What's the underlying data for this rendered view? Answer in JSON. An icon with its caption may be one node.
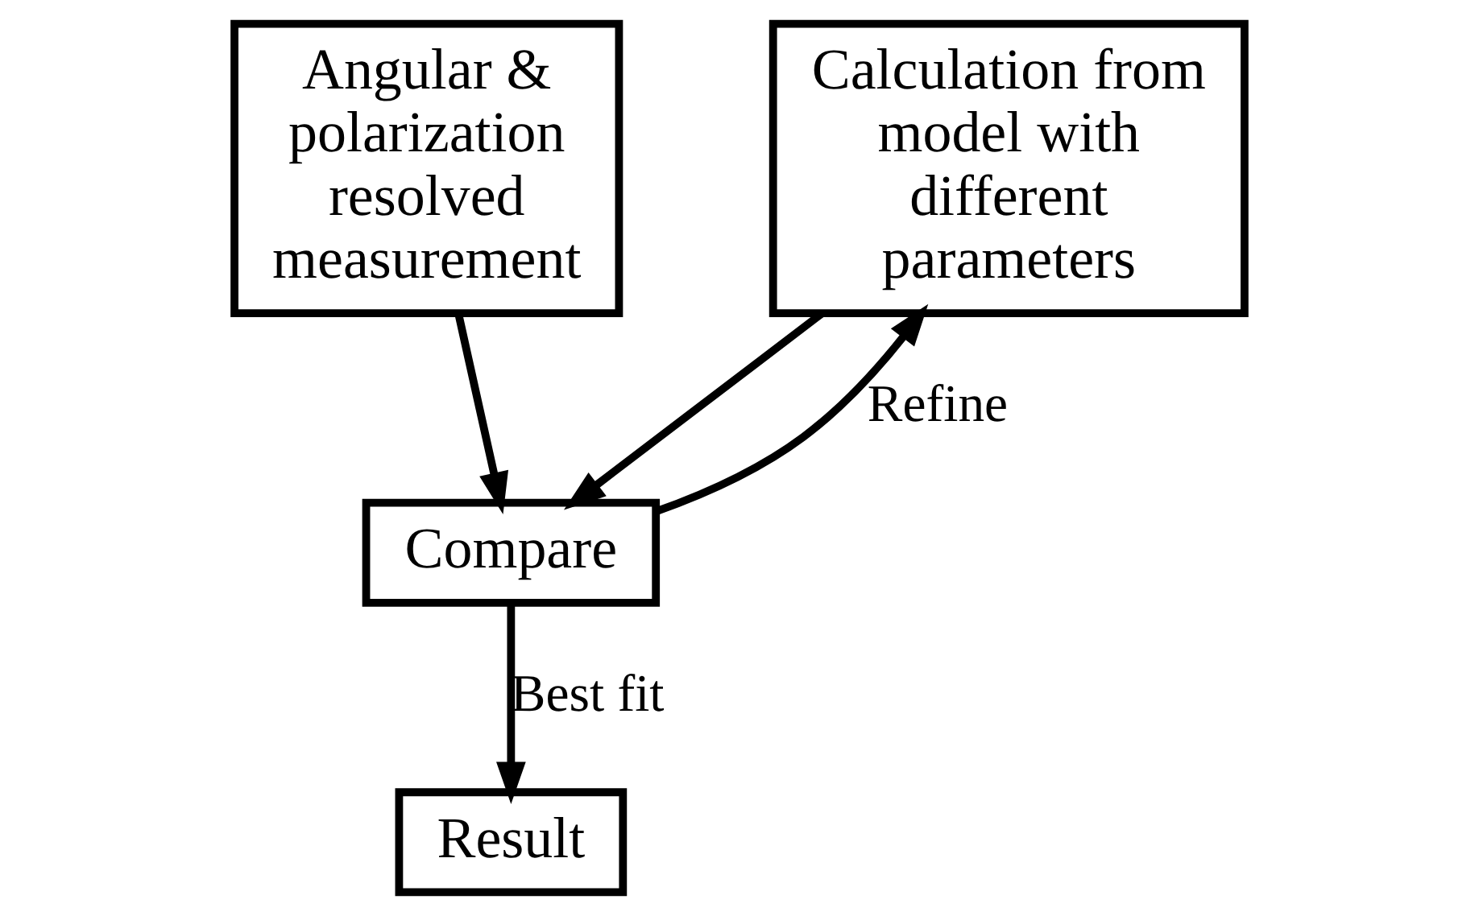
{
  "diagram": {
    "nodes": [
      {
        "text": [
          "Angular & polarization resolved measurement"
        ]
      },
      {
        "text": [
          "Calculation from model with different parameters"
        ]
      },
      {
        "text": [
          "Compare"
        ]
      },
      {
        "text": [
          "Result"
        ]
      }
    ],
    "edges": [
      {
        "from": 0,
        "to": 2,
        "arrow": "to"
      },
      {
        "from": 1,
        "to": 2,
        "arrow": "to"
      },
      {
        "from": 2,
        "to": 1,
        "arrow": "to",
        "label": "Refine"
      },
      {
        "from": 2,
        "to": 3,
        "arrow": "to",
        "label": "Best fit"
      }
    ]
  }
}
